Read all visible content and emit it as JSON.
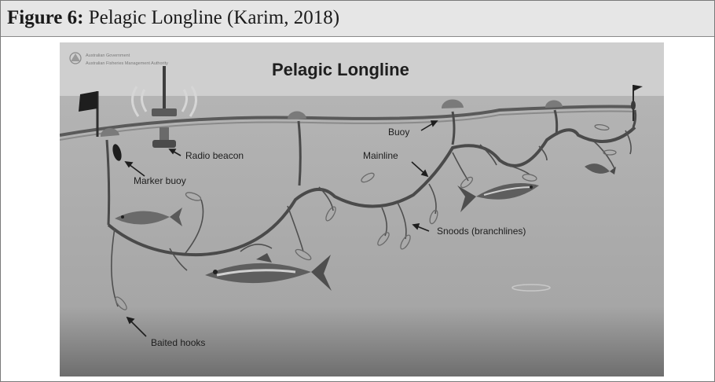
{
  "figure": {
    "number_label": "Figure 6:",
    "title": "Pelagic Longline (Karim, 2018)"
  },
  "diagram": {
    "title": "Pelagic Longline",
    "agency_line1": "Australian Government",
    "agency_line2": "Australian Fisheries Management Authority",
    "labels": {
      "buoy": "Buoy",
      "radio_beacon": "Radio beacon",
      "mainline": "Mainline",
      "marker_buoy": "Marker buoy",
      "snoods": "Snoods (branchlines)",
      "baited_hooks": "Baited hooks"
    },
    "colors": {
      "sky": "#c9c9c9",
      "sea": "#a9a9a9",
      "line": "#4a4a4a"
    }
  }
}
